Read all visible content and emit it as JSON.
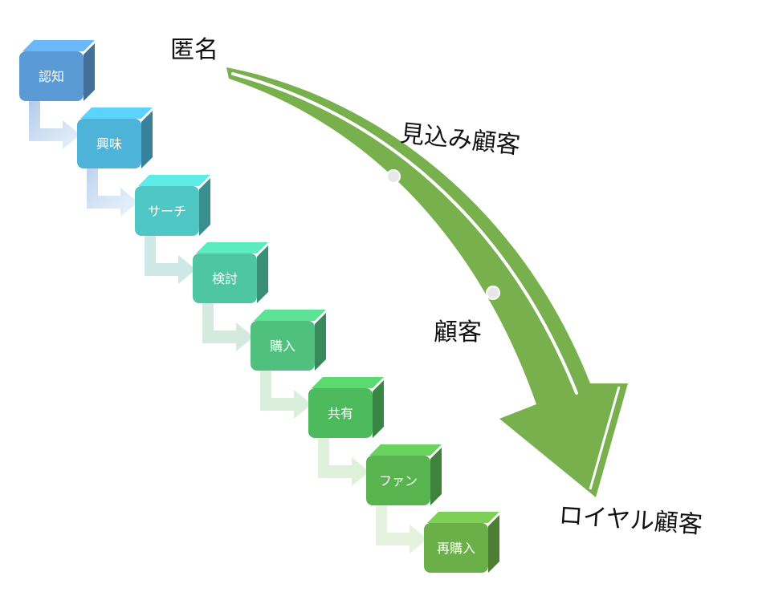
{
  "funnel": {
    "steps": [
      {
        "label": "認知",
        "color": "#5b9bd5"
      },
      {
        "label": "興味",
        "color": "#4eb3d8"
      },
      {
        "label": "サーチ",
        "color": "#4fc7c5"
      },
      {
        "label": "検討",
        "color": "#4ec6a2"
      },
      {
        "label": "購入",
        "color": "#4fc07e"
      },
      {
        "label": "共有",
        "color": "#4dba5e"
      },
      {
        "label": "ファン",
        "color": "#58b44f"
      },
      {
        "label": "再購入",
        "color": "#6aaf48"
      }
    ],
    "connector_color": "#9dc3e6"
  },
  "journey": {
    "arrow_color": "#78b04e",
    "labels": {
      "anonymous": "匿名",
      "prospect": "見込み顧客",
      "customer": "顧客",
      "loyal": "ロイヤル顧客"
    }
  }
}
